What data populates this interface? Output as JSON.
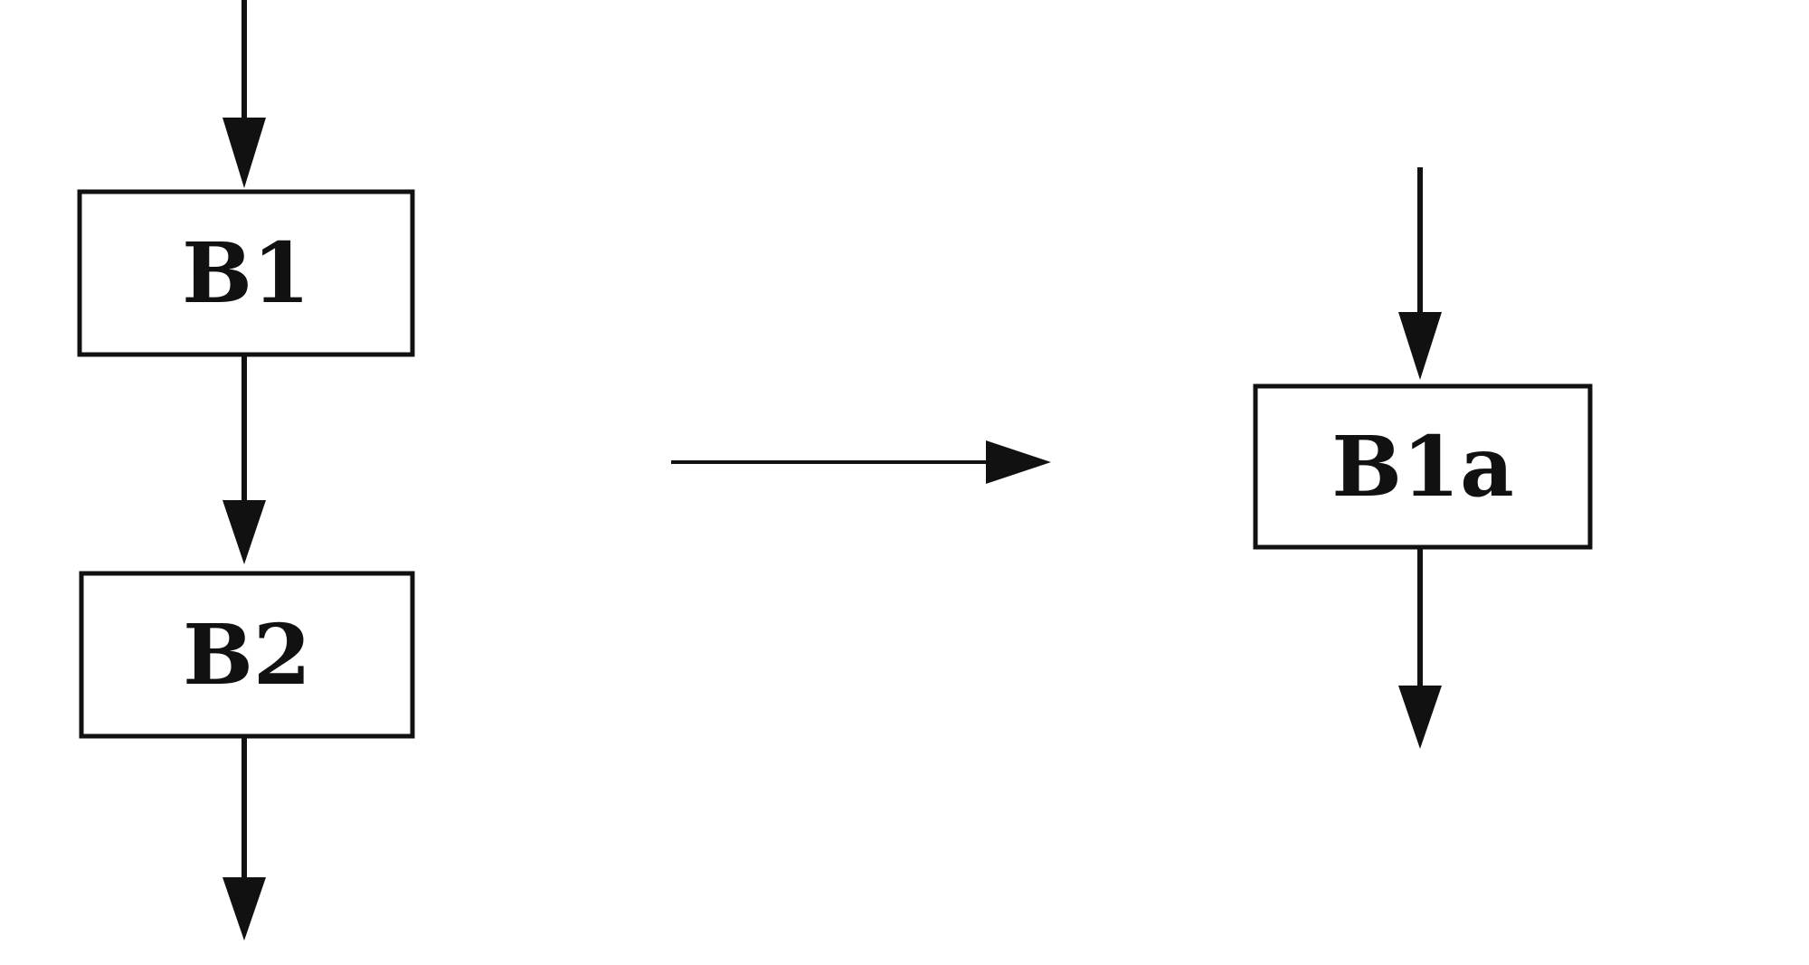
{
  "diagram": {
    "before": {
      "nodes": [
        {
          "id": "b1",
          "label": "B1"
        },
        {
          "id": "b2",
          "label": "B2"
        }
      ]
    },
    "after": {
      "nodes": [
        {
          "id": "b1a",
          "label": "B1a"
        }
      ]
    },
    "colors": {
      "stroke": "#111111",
      "background": "#ffffff"
    }
  }
}
